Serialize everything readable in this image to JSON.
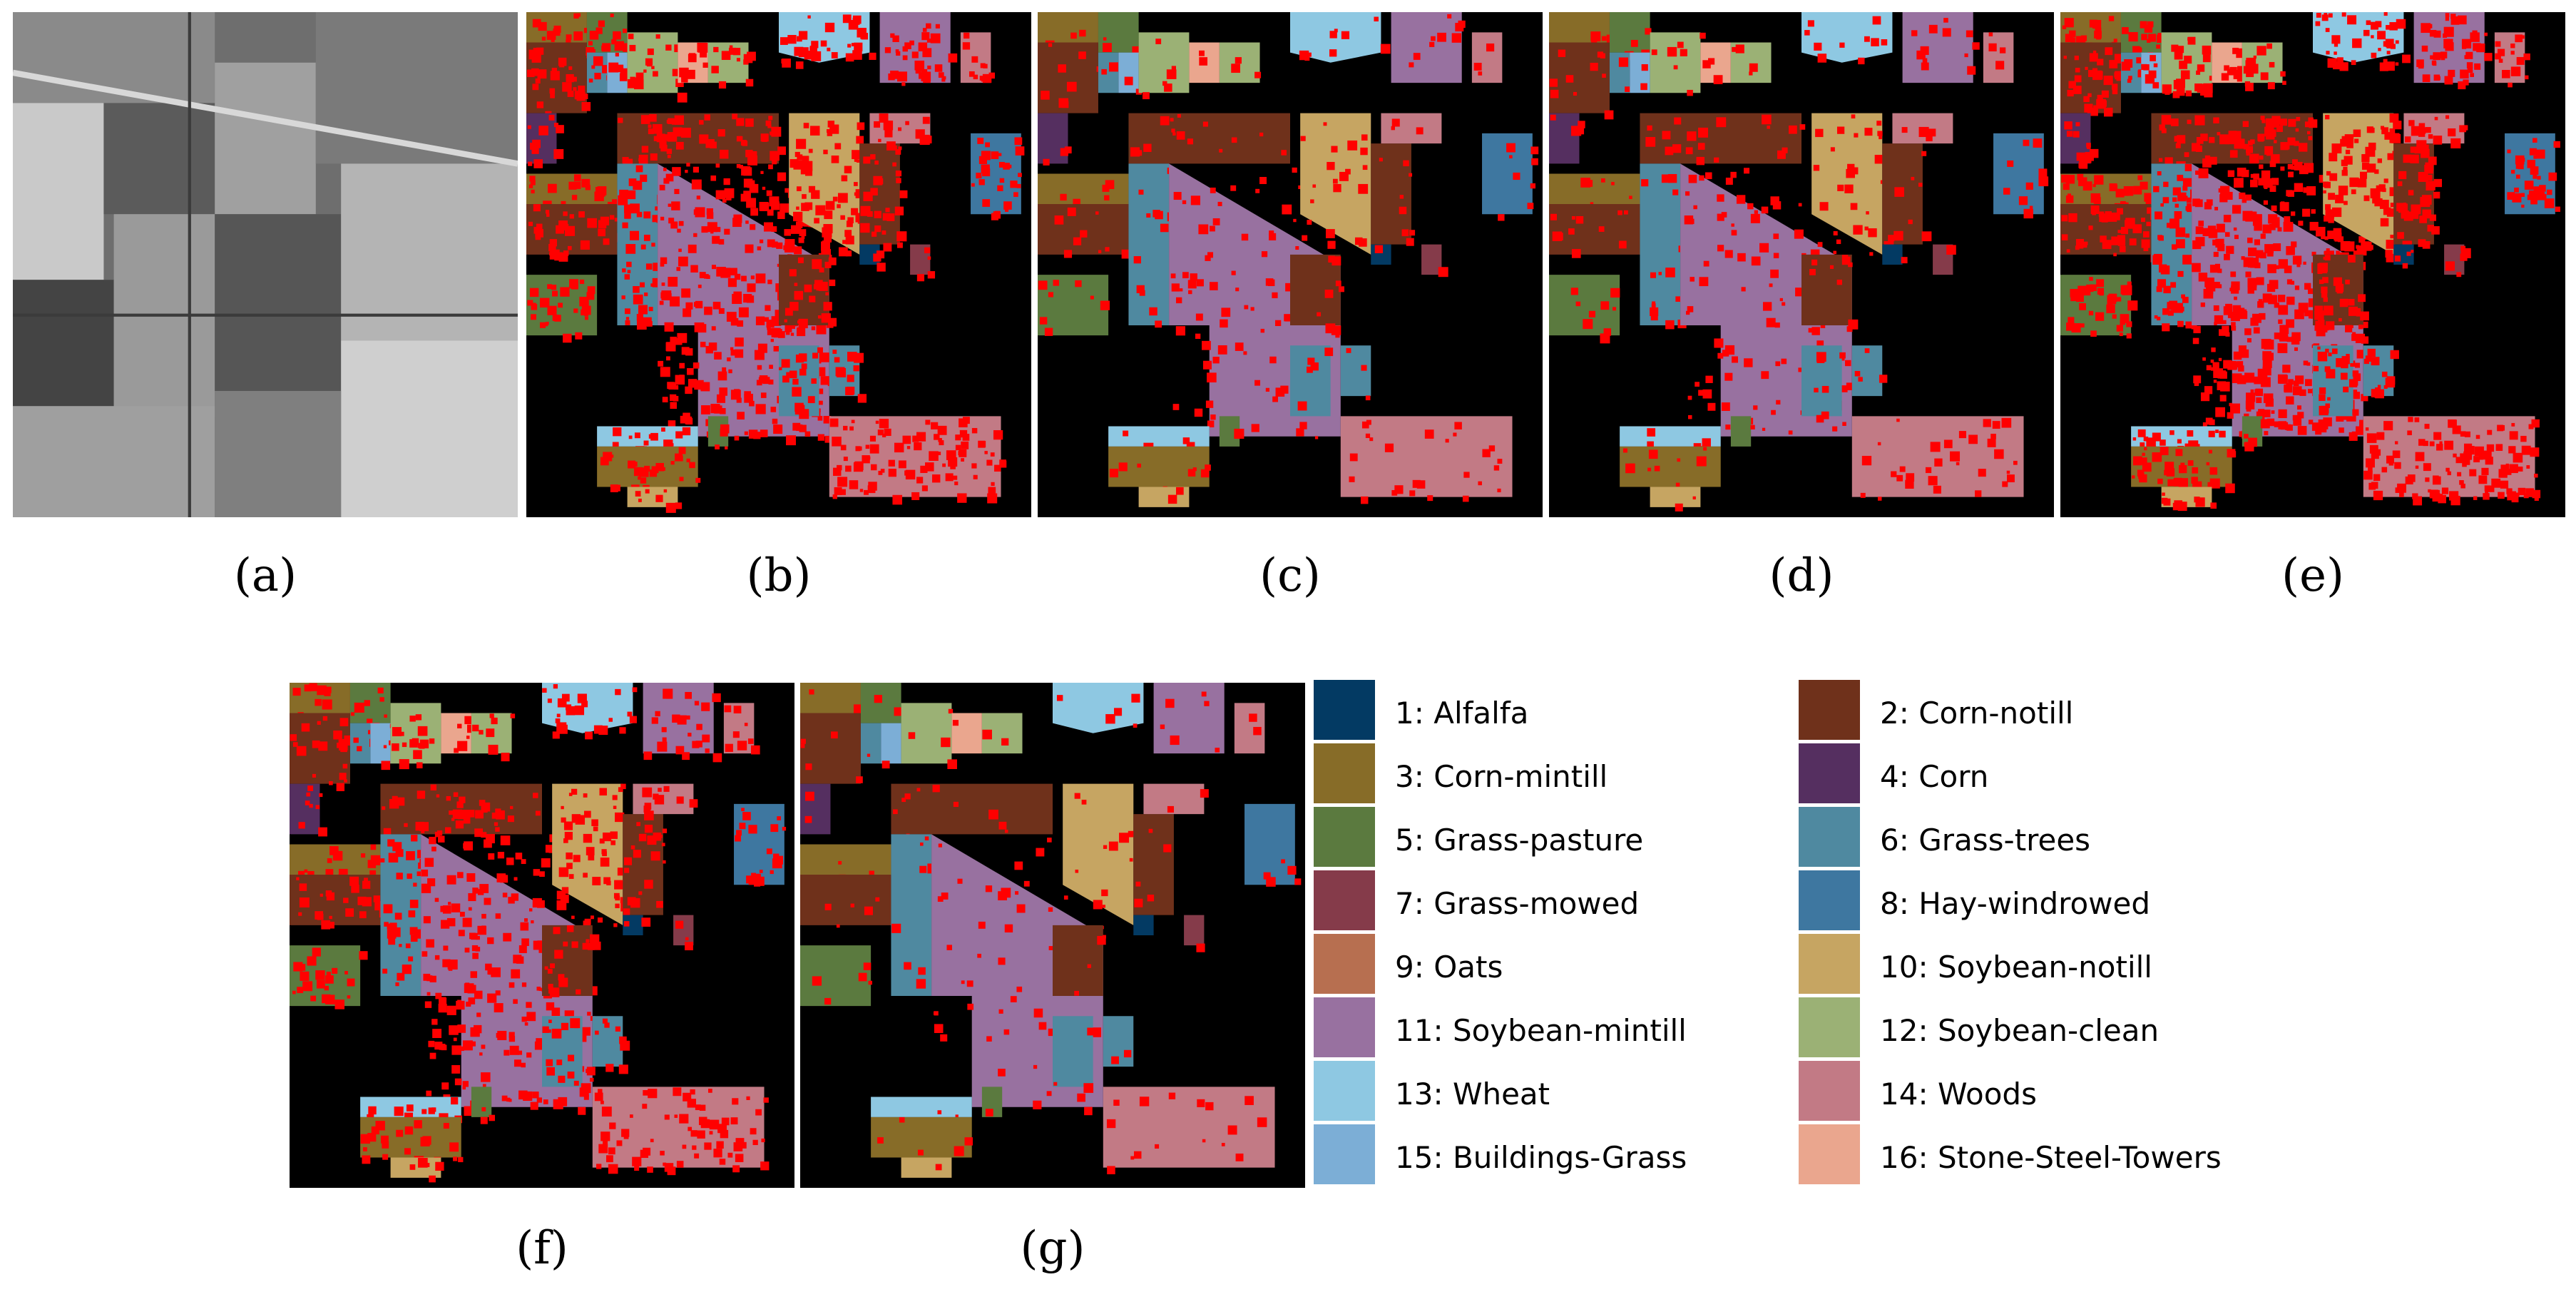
{
  "figure": {
    "panels": [
      {
        "id": "a",
        "label": "(a)",
        "kind": "grayscale-image"
      },
      {
        "id": "b",
        "label": "(b)",
        "kind": "classification-map"
      },
      {
        "id": "c",
        "label": "(c)",
        "kind": "classification-map"
      },
      {
        "id": "d",
        "label": "(d)",
        "kind": "classification-map"
      },
      {
        "id": "e",
        "label": "(e)",
        "kind": "classification-map"
      },
      {
        "id": "f",
        "label": "(f)",
        "kind": "classification-map"
      },
      {
        "id": "g",
        "label": "(g)",
        "kind": "classification-map"
      }
    ],
    "legend": {
      "left_column": [
        {
          "label": "1: Alfalfa",
          "color": "#033a63"
        },
        {
          "label": "3: Corn-mintill",
          "color": "#876c28"
        },
        {
          "label": "5: Grass-pasture",
          "color": "#5b7a3f"
        },
        {
          "label": "7: Grass-mowed",
          "color": "#853b4a"
        },
        {
          "label": "9: Oats",
          "color": "#b76f50"
        },
        {
          "label": "11: Soybean-mintill",
          "color": "#9871a0"
        },
        {
          "label": "13: Wheat",
          "color": "#8ec8e2"
        },
        {
          "label": "15: Buildings-Grass",
          "color": "#7caed6"
        }
      ],
      "right_column": [
        {
          "label": "2: Corn-notill",
          "color": "#6f311b"
        },
        {
          "label": "4: Corn",
          "color": "#552f60"
        },
        {
          "label": "6: Grass-trees",
          "color": "#4f89a0"
        },
        {
          "label": "8: Hay-windrowed",
          "color": "#3e77a0"
        },
        {
          "label": "10: Soybean-notill",
          "color": "#c6a562"
        },
        {
          "label": "12: Soybean-clean",
          "color": "#9bb175"
        },
        {
          "label": "14: Woods",
          "color": "#c27a85"
        },
        {
          "label": "16: Stone-Steel-Towers",
          "color": "#eaa68e"
        }
      ]
    },
    "colors": {
      "background": "#000000",
      "misclassified": "#ff0000"
    }
  }
}
